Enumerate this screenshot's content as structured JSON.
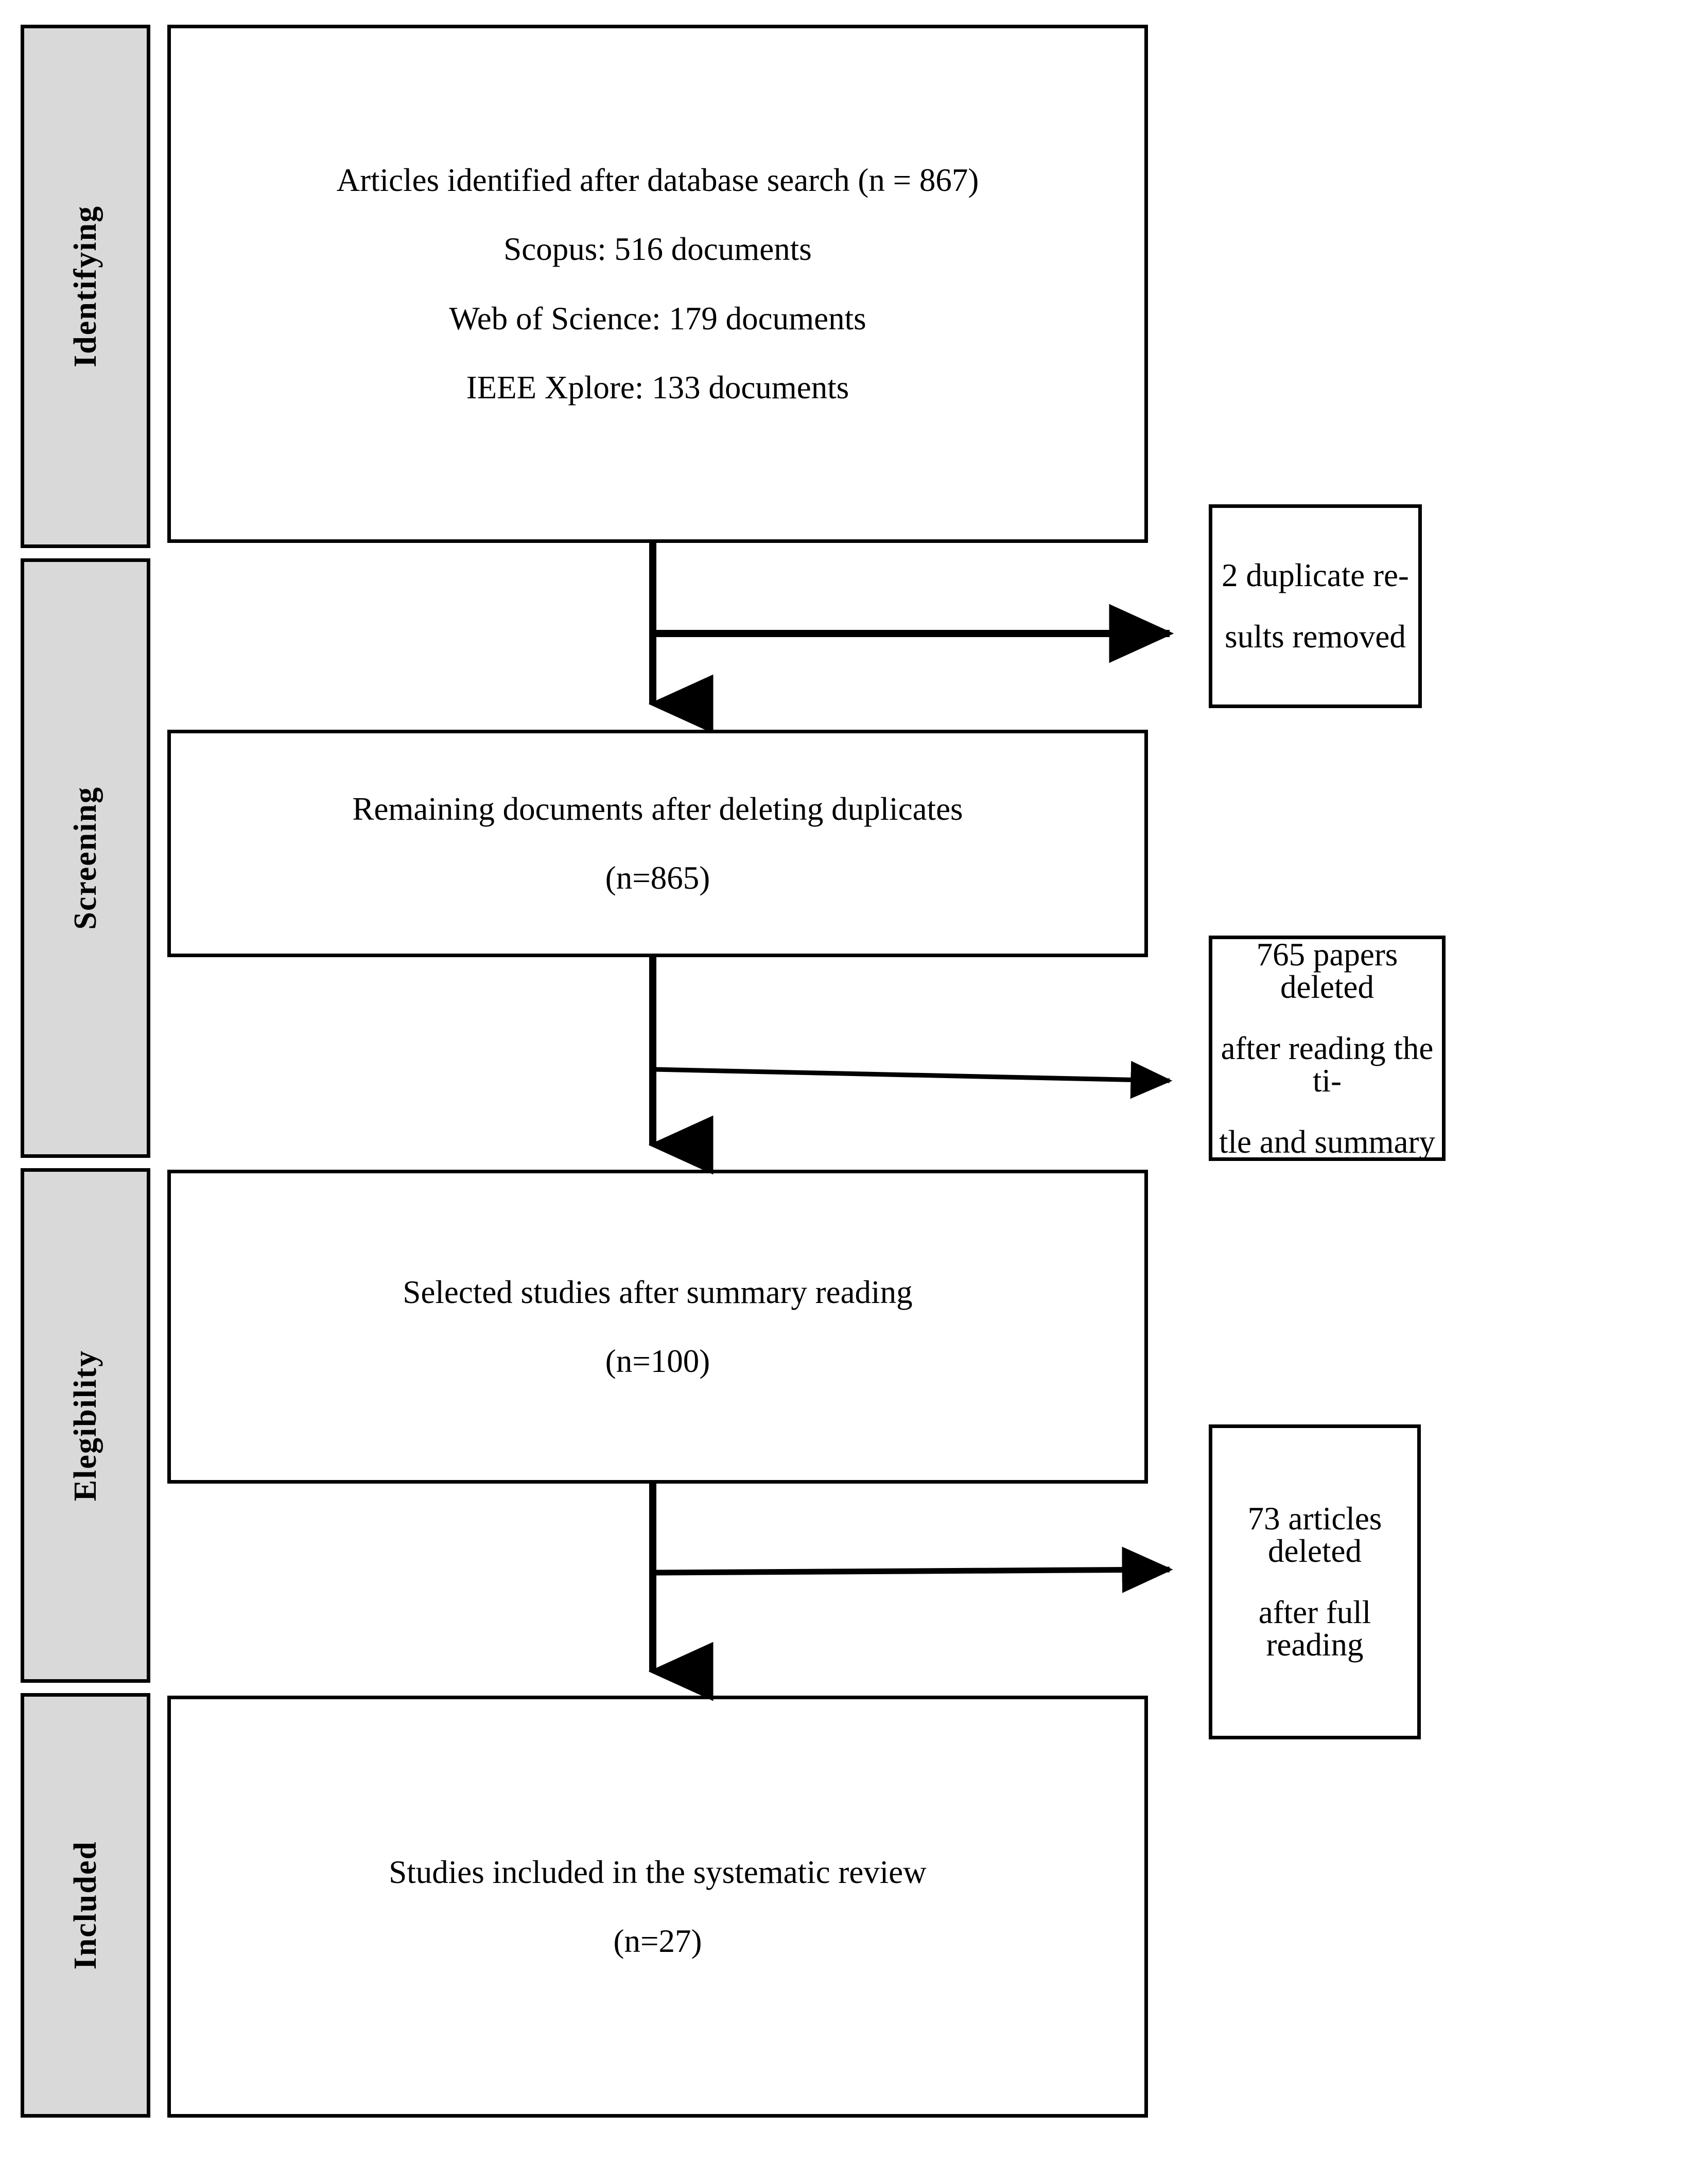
{
  "diagram": {
    "type": "prisma-flow-diagram",
    "stages": [
      {
        "id": "identifying",
        "label": "Identifying"
      },
      {
        "id": "screening",
        "label": "Screening"
      },
      {
        "id": "elegibility",
        "label": "Elegibility"
      },
      {
        "id": "included",
        "label": "Included"
      }
    ],
    "flow_boxes": [
      {
        "id": "identified",
        "lines": [
          "Articles identified after database search (n = 867)",
          "Scopus: 516 documents",
          "Web of Science: 179 documents",
          "IEEE Xplore: 133 documents"
        ]
      },
      {
        "id": "remaining",
        "lines": [
          "Remaining documents after deleting duplicates",
          "(n=865)"
        ]
      },
      {
        "id": "selected",
        "lines": [
          "Selected studies after summary reading",
          "(n=100)"
        ]
      },
      {
        "id": "included-studies",
        "lines": [
          "Studies included in the systematic review",
          "(n=27)"
        ]
      }
    ],
    "exclusion_boxes": [
      {
        "id": "duplicates-removed",
        "lines": [
          "2 duplicate re-",
          "sults removed"
        ]
      },
      {
        "id": "title-abstract-excluded",
        "lines": [
          "765 papers deleted",
          "after reading the ti-",
          "tle and summary"
        ]
      },
      {
        "id": "fulltext-excluded",
        "lines": [
          "73 articles deleted",
          "after full reading"
        ]
      }
    ],
    "colors": {
      "band_fill": "#d9d9d9",
      "stroke": "#000000",
      "box_fill": "#ffffff"
    }
  }
}
